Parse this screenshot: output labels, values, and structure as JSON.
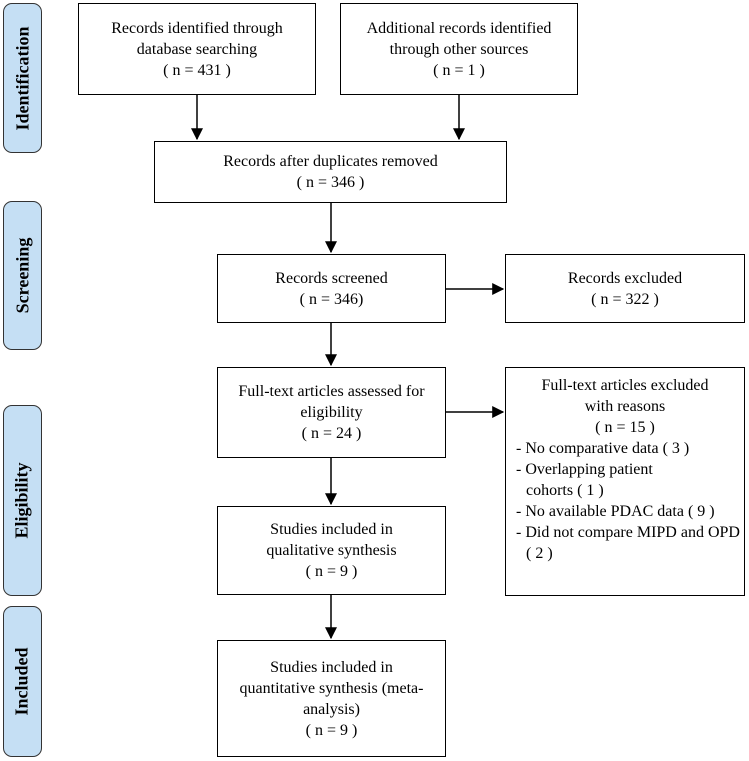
{
  "stages": [
    {
      "label": "Identification"
    },
    {
      "label": "Screening"
    },
    {
      "label": "Eligibility"
    },
    {
      "label": "Included"
    }
  ],
  "boxes": {
    "db_search": {
      "line1": "Records identified through",
      "line2": "database searching",
      "count": "( n = 431 )"
    },
    "other_sources": {
      "line1": "Additional records identified",
      "line2": "through other sources",
      "count": "( n = 1 )"
    },
    "dedup": {
      "line1": "Records after duplicates removed",
      "count": "( n = 346 )"
    },
    "screened": {
      "line1": "Records screened",
      "count": "( n = 346)"
    },
    "excluded": {
      "line1": "Records excluded",
      "count": "( n = 322 )"
    },
    "fulltext": {
      "line1": "Full-text articles assessed for",
      "line2": "eligibility",
      "count": "( n = 24 )"
    },
    "fulltext_excluded": {
      "line1": "Full-text articles excluded",
      "line2": "with reasons",
      "count": "( n = 15 )",
      "reasons": [
        "- No comparative data ( 3 )",
        "- Overlapping patient cohorts ( 1 )",
        "- No available PDAC data ( 9 )",
        "- Did not compare MIPD and OPD ( 2 )"
      ]
    },
    "qualitative": {
      "line1": "Studies included in",
      "line2": "qualitative synthesis",
      "count": "( n = 9 )"
    },
    "quantitative": {
      "line1": "Studies included in",
      "line2": "quantitative synthesis (meta-",
      "line3": "analysis)",
      "count": "( n = 9 )"
    }
  }
}
